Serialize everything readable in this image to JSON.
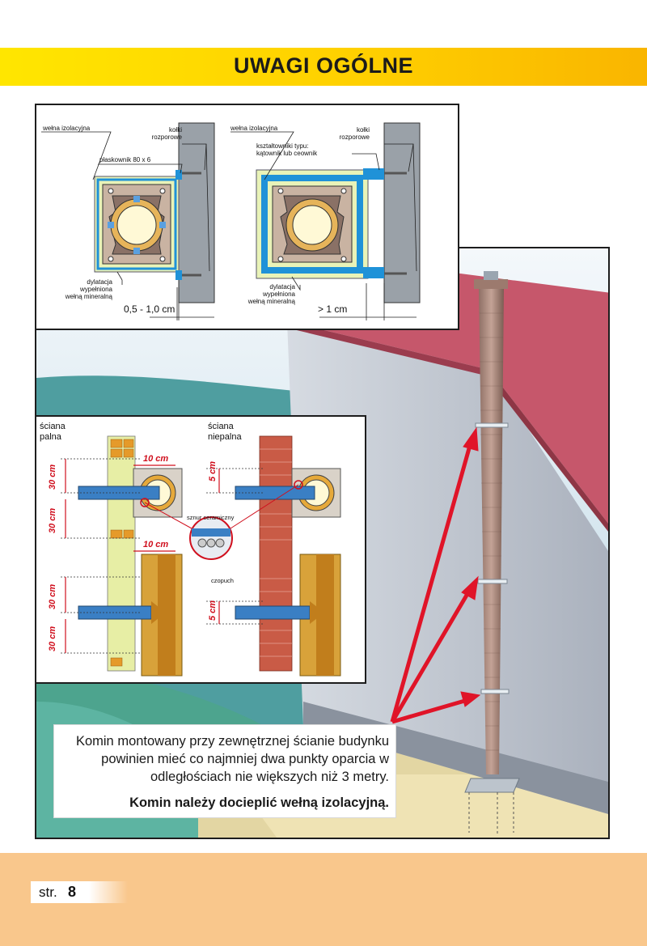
{
  "page": {
    "title": "UWAGI OGÓLNE",
    "page_prefix": "str.",
    "page_number": "8"
  },
  "top_diagram": {
    "left": {
      "wool": "wełna izolacyjna",
      "dowels_line1": "kołki",
      "dowels_line2": "rozporowe",
      "flat_bar": "płaskownik 80 x 6",
      "dilation_line1": "dylatacja",
      "dilation_line2": "wypełniona",
      "dilation_line3": "wełną mineralną",
      "gap": "0,5 - 1,0 cm"
    },
    "right": {
      "wool": "wełna izolacyjna",
      "dowels_line1": "kołki",
      "dowels_line2": "rozporowe",
      "angles_line1": "kształtowniki typu:",
      "angles_line2": "kątownik lub ceownik",
      "dilation_line1": "dylatacja",
      "dilation_line2": "wypełniona",
      "dilation_line3": "wełną mineralną",
      "gap": "> 1 cm"
    }
  },
  "mid_diagram": {
    "wall_flammable_line1": "ściana",
    "wall_flammable_line2": "palna",
    "wall_nonflammable_line1": "ściana",
    "wall_nonflammable_line2": "niepalna",
    "dist_10_top": "10 cm",
    "dist_10_bottom": "10 cm",
    "dist_30_a": "30 cm",
    "dist_30_b": "30 cm",
    "dist_30_c": "30 cm",
    "dist_30_d": "30 cm",
    "dist_5_top": "5 cm",
    "dist_5_bottom": "5 cm",
    "ceramic_cord": "sznur ceramiczny",
    "connector": "czopuch"
  },
  "note": {
    "body": "Komin montowany przy zewnętrznej ścianie budynku powinien mieć co najmniej dwa punkty oparcia w odległościach nie większych niż 3 metry.",
    "emphasis": "Komin należy docieplić wełną izolacyjną."
  },
  "colors": {
    "title_band": "#ffd000",
    "footer": "#f9c78c",
    "roof": "#c6576b",
    "wall": "#c5cad3",
    "arrow": "#e01428",
    "chimney": "#b59488"
  }
}
